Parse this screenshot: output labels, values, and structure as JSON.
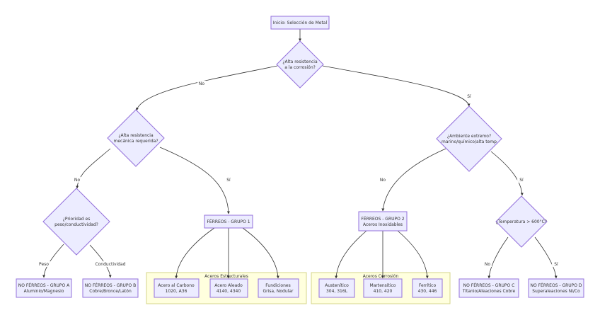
{
  "colors": {
    "node_fill": "#ECECFF",
    "node_stroke": "#9370DB",
    "cluster_fill": "#FFFFDE",
    "cluster_stroke": "#D6D68A",
    "edge": "#333333",
    "text": "#333333"
  },
  "clusters": {
    "estructurales": "Aceros Estructurales",
    "corrosion": "Aceros Corrosión"
  },
  "nodes": {
    "start": {
      "line1": "Inicio: Selección de Metal"
    },
    "q_corrosion": {
      "line1": "¿Alta resistencia",
      "line2": "a la corrosión?"
    },
    "q_mecanica": {
      "line1": "¿Alta resistencia",
      "line2": "mecánica requerida?"
    },
    "q_ambiente": {
      "line1": "¿Ambiente extremo?",
      "line2": "marino/químico/alta temp"
    },
    "q_prioridad": {
      "line1": "¿Prioridad es",
      "line2": "peso/conductividad?"
    },
    "ferreos1": {
      "line1": "FÉRREOS - GRUPO 1"
    },
    "ferreos2": {
      "line1": "FÉRREOS - GRUPO 2",
      "line2": "Aceros Inoxidables"
    },
    "q_temp": {
      "line1": "¿Temperatura > 600°C?"
    },
    "nf_a": {
      "line1": "NO FÉRREOS - GRUPO A",
      "line2": "Aluminio/Magnesio"
    },
    "nf_b": {
      "line1": "NO FÉRREOS - GRUPO B",
      "line2": "Cobre/Bronce/Latón"
    },
    "carbono": {
      "line1": "Acero al Carbono",
      "line2": "1020, A36"
    },
    "aleado": {
      "line1": "Acero Aleado",
      "line2": "4140, 4340"
    },
    "fundiciones": {
      "line1": "Fundiciones",
      "line2": "Grisa, Nodular"
    },
    "austenitico": {
      "line1": "Austenítico",
      "line2": "304, 316L"
    },
    "martensitico": {
      "line1": "Martensítico",
      "line2": "410, 420"
    },
    "ferritico": {
      "line1": "Ferrítico",
      "line2": "430, 446"
    },
    "nf_c": {
      "line1": "NO FÉRREOS - GRUPO C",
      "line2": "Titanio/Aleaciones Cobre"
    },
    "nf_d": {
      "line1": "NO FÉRREOS - GRUPO D",
      "line2": "Superaleaciones Ni/Co"
    }
  },
  "edge_labels": {
    "corrosion_no": "No",
    "corrosion_si": "Sí",
    "mecanica_no": "No",
    "mecanica_si": "Sí",
    "ambiente_no": "No",
    "ambiente_si": "Sí",
    "prioridad_peso": "Peso",
    "prioridad_conductividad": "Conductividad",
    "temp_no": "No",
    "temp_si": "Sí"
  }
}
